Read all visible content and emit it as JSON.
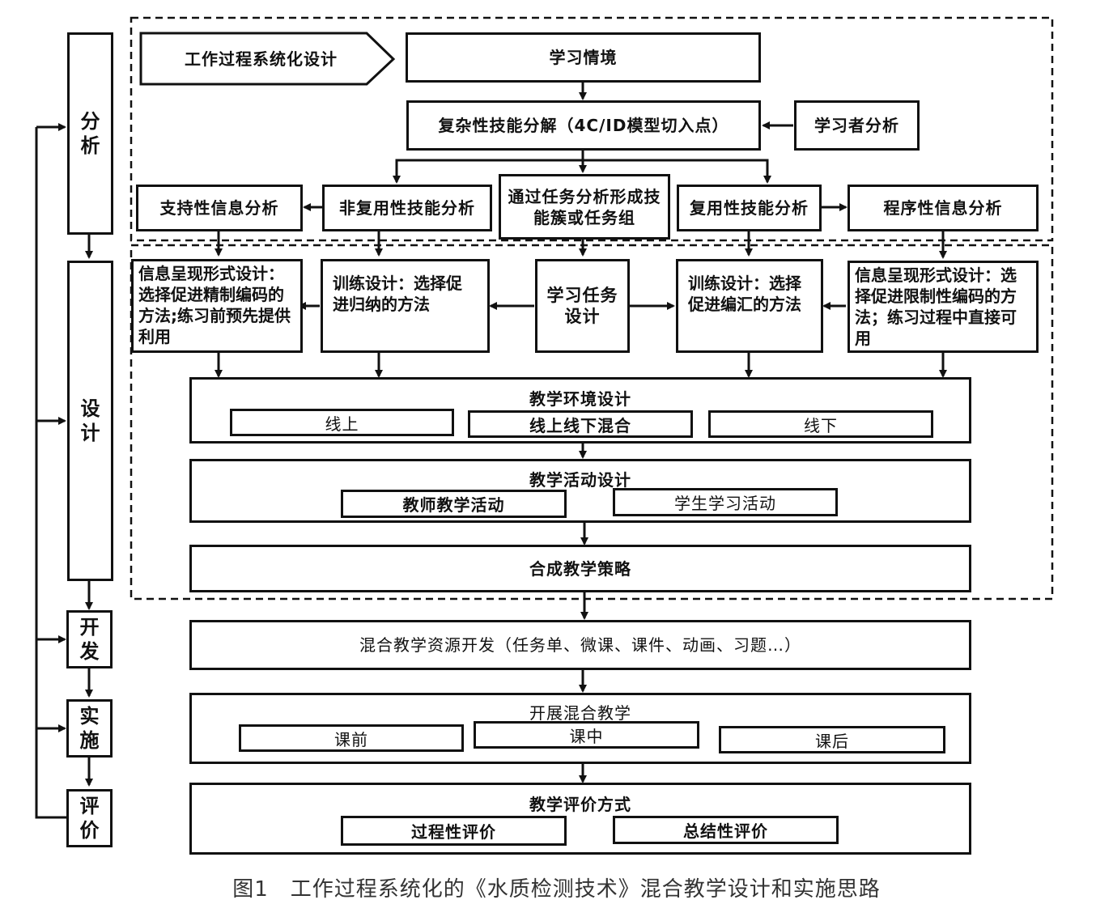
{
  "stages": {
    "analysis": "分\n析",
    "design": "设\n计",
    "development": "开\n发",
    "implementation": "实\n施",
    "evaluation": "评\n价"
  },
  "analysis": {
    "work_process": "工作过程系统化设计",
    "learning_context": "学习情境",
    "complex_skill": "复杂性技能分解（4C/ID模型切入点）",
    "learner_analysis": "学习者分析",
    "support_info": "支持性信息分析",
    "nonrecurrent_skill": "非复用性技能分析",
    "task_analysis": "通过任务分析形成技能簇或任务组",
    "recurrent_skill": "复用性技能分析",
    "procedural_info": "程序性信息分析"
  },
  "design": {
    "info_design_left": "信息呈现形式设计：选择促进精制编码的方法;练习前预先提供利用",
    "practice_left": "训练设计：选择促进归纳的方法",
    "learning_task": "学习任务设计",
    "practice_right": "训练设计：选择促进编汇的方法",
    "info_design_right": "信息呈现形式设计：选择促进限制性编码的方法；练习过程中直接可用",
    "environment": {
      "title": "教学环境设计",
      "items": [
        "线上",
        "线上线下混合",
        "线下"
      ]
    },
    "activities": {
      "title": "教学活动设计",
      "items": [
        "教师教学活动",
        "学生学习活动"
      ]
    },
    "strategy": "合成教学策略"
  },
  "development": {
    "resources": "混合教学资源开发（任务单、微课、课件、动画、习题…）"
  },
  "implementation": {
    "title": "开展混合教学",
    "items": [
      "课前",
      "课中",
      "课后"
    ]
  },
  "evaluation": {
    "title": "教学评价方式",
    "items": [
      "过程性评价",
      "总结性评价"
    ]
  },
  "caption": "图1　工作过程系统化的《水质检测技术》混合教学设计和实施思路"
}
